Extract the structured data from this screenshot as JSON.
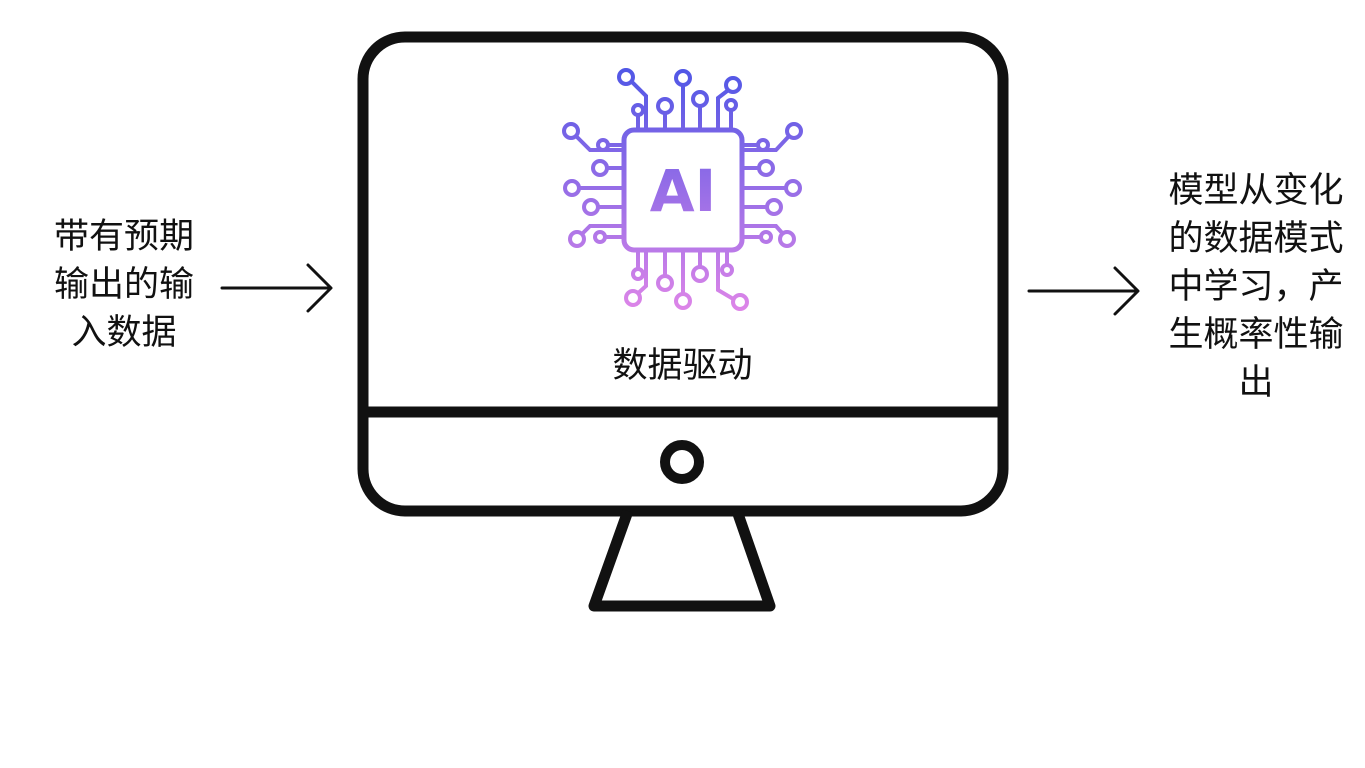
{
  "input_label": "带有预期输出的输入数据",
  "center_label": "数据驱动",
  "output_label": "模型从变化的数据模式中学习，产生概率性输出",
  "chip": {
    "text": "AI",
    "gradient_top": "#4b55e6",
    "gradient_bottom": "#e387e8"
  },
  "colors": {
    "outline": "#111111",
    "background": "#ffffff"
  },
  "icons": [
    "computer-monitor-icon",
    "ai-chip-icon",
    "arrow-right-icon"
  ]
}
